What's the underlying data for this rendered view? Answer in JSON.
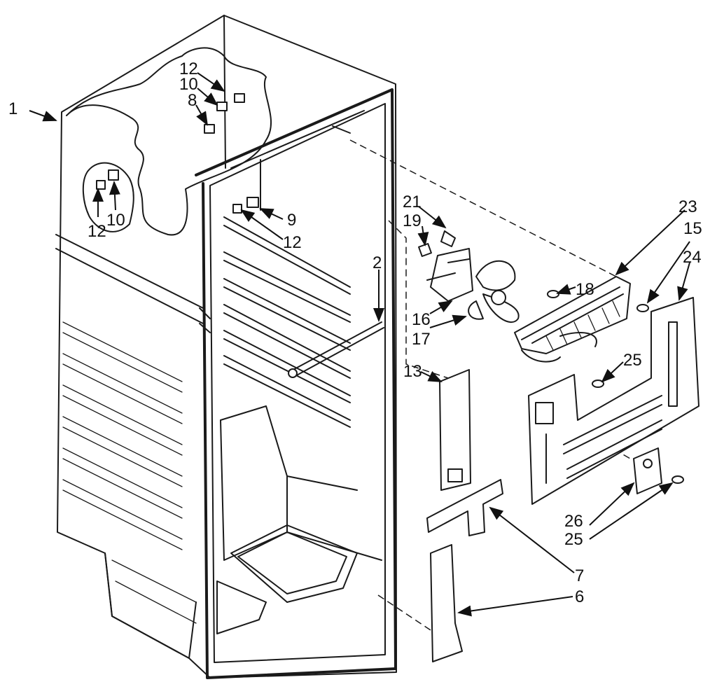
{
  "callouts": [
    {
      "id": "c1",
      "text": "1"
    },
    {
      "id": "c2",
      "text": "2"
    },
    {
      "id": "c6",
      "text": "6"
    },
    {
      "id": "c7",
      "text": "7"
    },
    {
      "id": "c8",
      "text": "8"
    },
    {
      "id": "c9",
      "text": "9"
    },
    {
      "id": "c10a",
      "text": "10"
    },
    {
      "id": "c10b",
      "text": "10"
    },
    {
      "id": "c12a",
      "text": "12"
    },
    {
      "id": "c12b",
      "text": "12"
    },
    {
      "id": "c12c",
      "text": "12"
    },
    {
      "id": "c13",
      "text": "13"
    },
    {
      "id": "c15",
      "text": "15"
    },
    {
      "id": "c16",
      "text": "16"
    },
    {
      "id": "c17",
      "text": "17"
    },
    {
      "id": "c18",
      "text": "18"
    },
    {
      "id": "c19",
      "text": "19"
    },
    {
      "id": "c21",
      "text": "21"
    },
    {
      "id": "c23",
      "text": "23"
    },
    {
      "id": "c24",
      "text": "24"
    },
    {
      "id": "c25a",
      "text": "25"
    },
    {
      "id": "c25b",
      "text": "25"
    },
    {
      "id": "c26",
      "text": "26"
    }
  ]
}
